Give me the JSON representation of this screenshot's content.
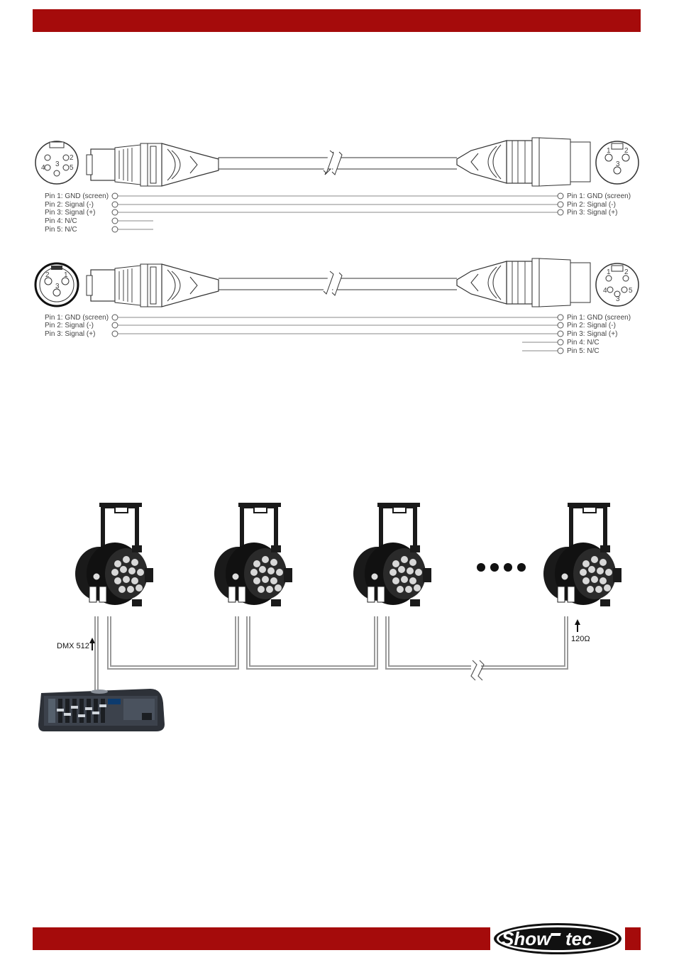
{
  "brand": {
    "name": "Showtec",
    "logo_text_left": "Show",
    "logo_text_right": "tec",
    "color_bar": "#a50b0b"
  },
  "cable1": {
    "left_pins": [
      "Pin 1: GND (screen)",
      "Pin 2: Signal (-)",
      "Pin 3: Signal (+)",
      "Pin 4: N/C",
      "Pin 5: N/C"
    ],
    "right_pins": [
      "Pin 1: GND (screen)",
      "Pin 2: Signal (-)",
      "Pin 3: Signal (+)"
    ],
    "left_face_numbers": [
      "4",
      "3",
      "5",
      "2"
    ],
    "right_face_numbers": [
      "1",
      "2",
      "3"
    ]
  },
  "cable2": {
    "left_pins": [
      "Pin 1: GND (screen)",
      "Pin 2: Signal (-)",
      "Pin 3: Signal (+)"
    ],
    "right_pins": [
      "Pin 1: GND (screen)",
      "Pin 2: Signal (-)",
      "Pin 3: Signal (+)",
      "Pin 4: N/C",
      "Pin 5: N/C"
    ],
    "left_face_numbers": [
      "1",
      "2",
      "3"
    ],
    "right_face_numbers": [
      "1",
      "4",
      "3",
      "5",
      "2"
    ]
  },
  "chain": {
    "dmx_label": "DMX 512",
    "terminator_label": "120Ω",
    "fixture_count": 4,
    "colors": {
      "fixture": "#1a1a1a",
      "led": "#d8d8d8",
      "cable": "#9a9a9a",
      "controller": "#2d3138"
    }
  }
}
